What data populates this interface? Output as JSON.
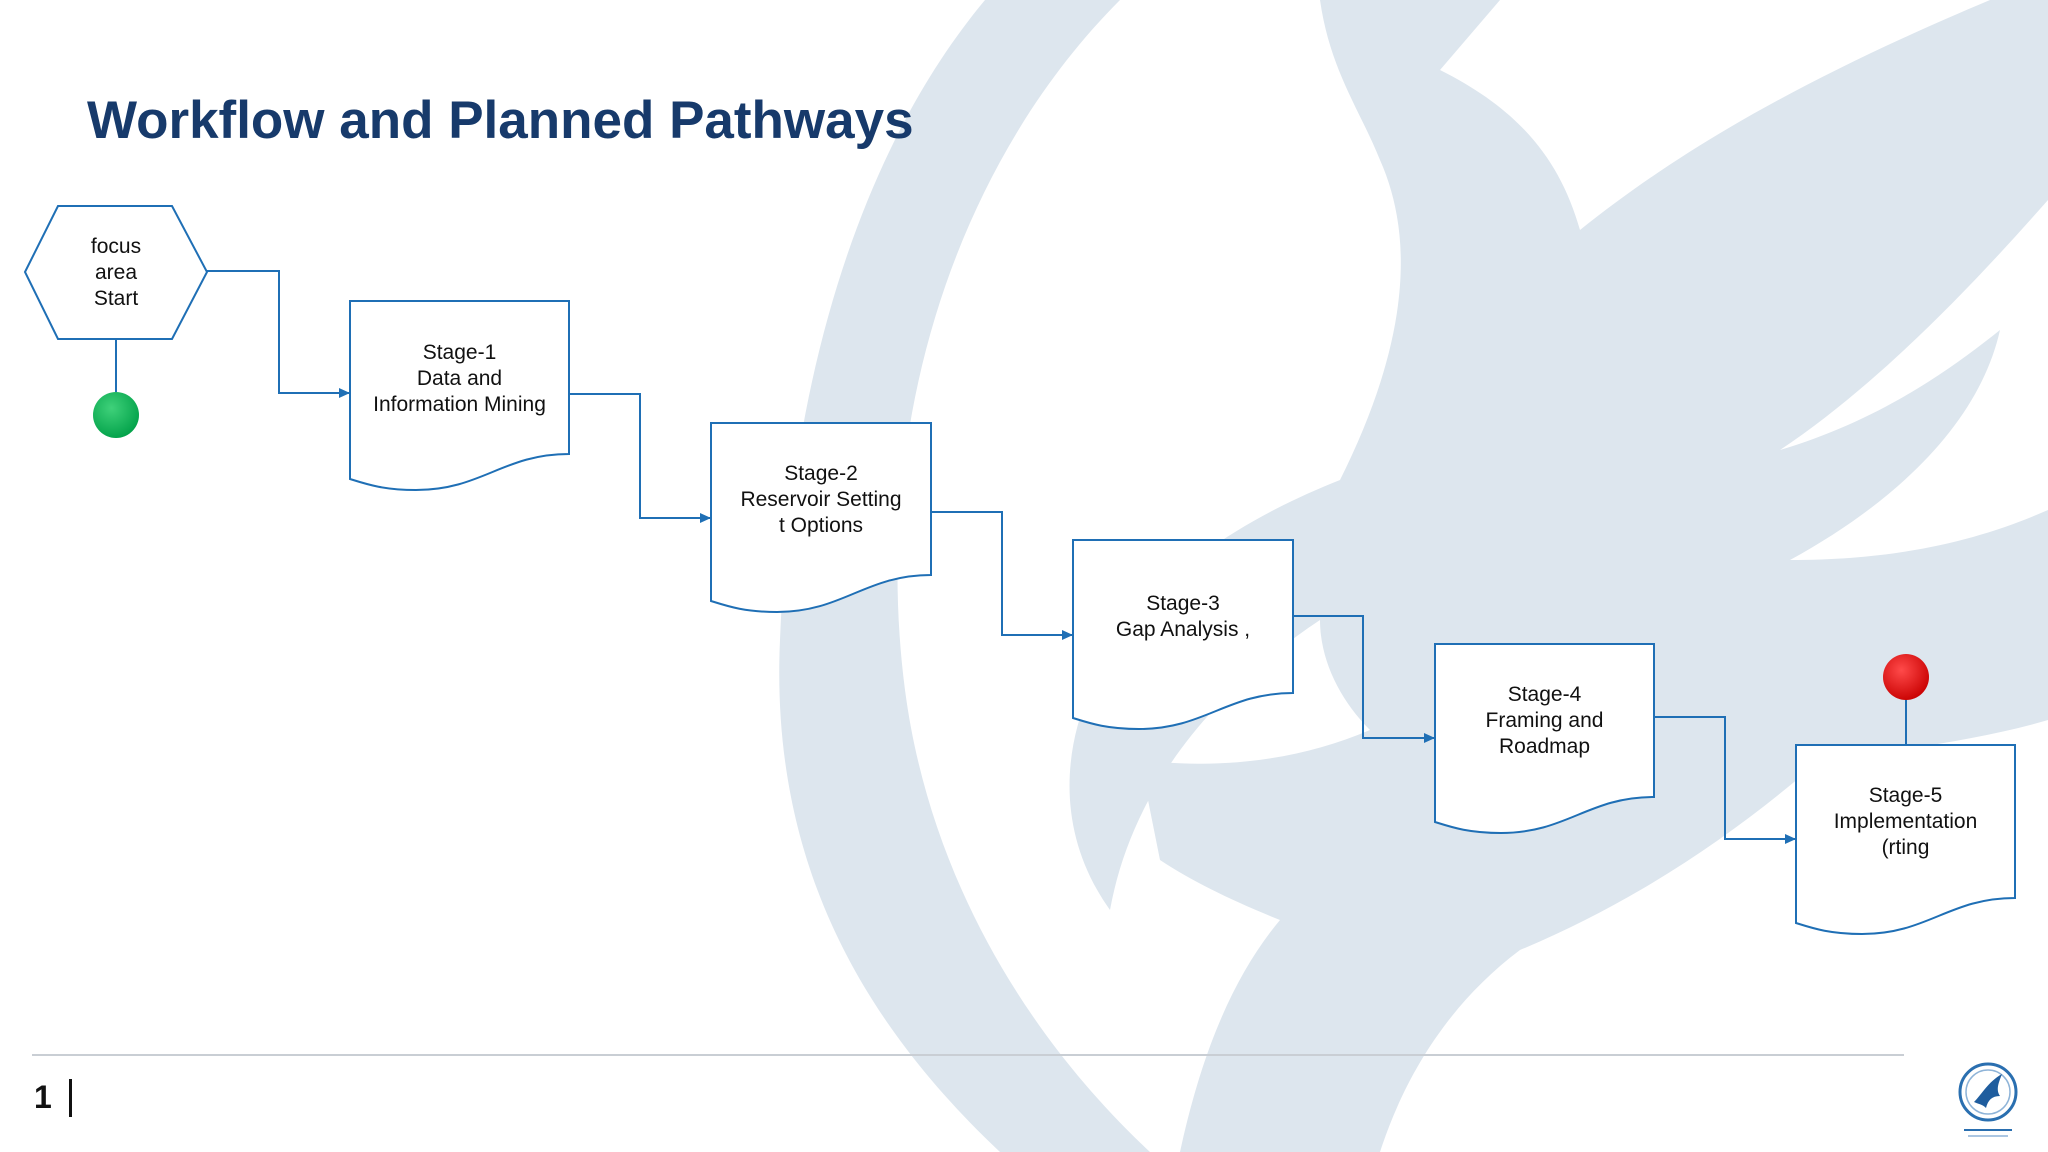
{
  "slide": {
    "title": "Workflow and Planned Pathways",
    "page_number": "1"
  },
  "diagram": {
    "start": {
      "lines": [
        "focus",
        "area",
        "Start"
      ]
    },
    "stages": [
      {
        "lines": [
          "Stage-1",
          "Data and",
          "Information Mining"
        ]
      },
      {
        "lines": [
          "Stage-2",
          "Reservoir Setting",
          "t Options"
        ]
      },
      {
        "lines": [
          "Stage-3",
          "Gap Analysis ,"
        ]
      },
      {
        "lines": [
          "Stage-4",
          "Framing and",
          "Roadmap"
        ]
      },
      {
        "lines": [
          "Stage-5",
          "Implementation",
          "(rting"
        ]
      }
    ]
  },
  "colors": {
    "title": "#173a6b",
    "outline": "#1f6fb5",
    "start_marker": "#00b050",
    "end_marker": "#e00000",
    "watermark": "#dde6ee"
  }
}
